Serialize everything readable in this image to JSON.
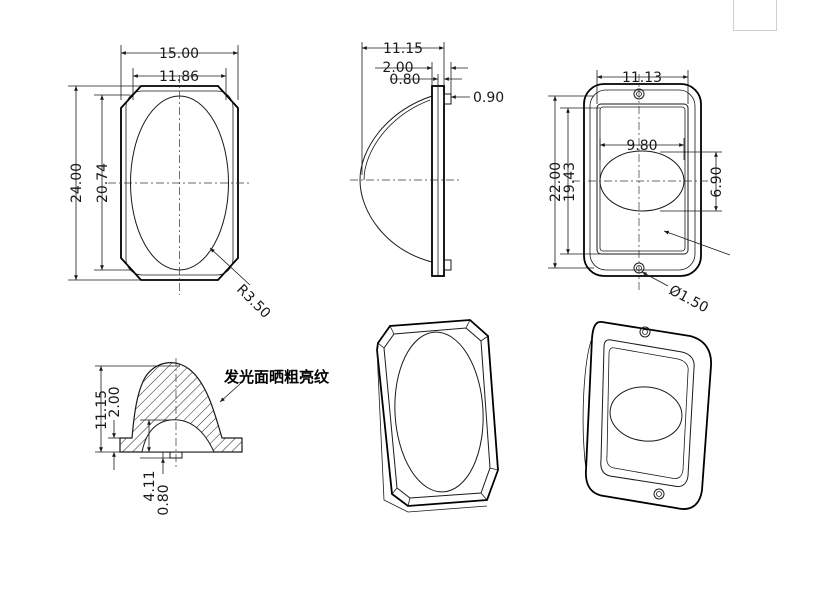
{
  "front_view": {
    "width_outer": "15.00",
    "width_inner": "11.86",
    "height_outer": "24.00",
    "height_inner": "20.74",
    "radius": "R3.50"
  },
  "side_view": {
    "length": "11.15",
    "flange": "2.00",
    "gap": "0.80",
    "pin": "0.90"
  },
  "back_view": {
    "width_inner": "11.13",
    "oval_width": "9.80",
    "oval_height": "6.90",
    "height_outer": "22.00",
    "height_inner": "19.43",
    "hole": "Ø1.50"
  },
  "section_view": {
    "height_total": "11.15",
    "height_flange": "2.00",
    "depth": "4.11",
    "pin": "0.80",
    "note": "发光面晒粗亮纹"
  },
  "colors": {
    "line": "#1a1a1a",
    "background": "#ffffff"
  }
}
